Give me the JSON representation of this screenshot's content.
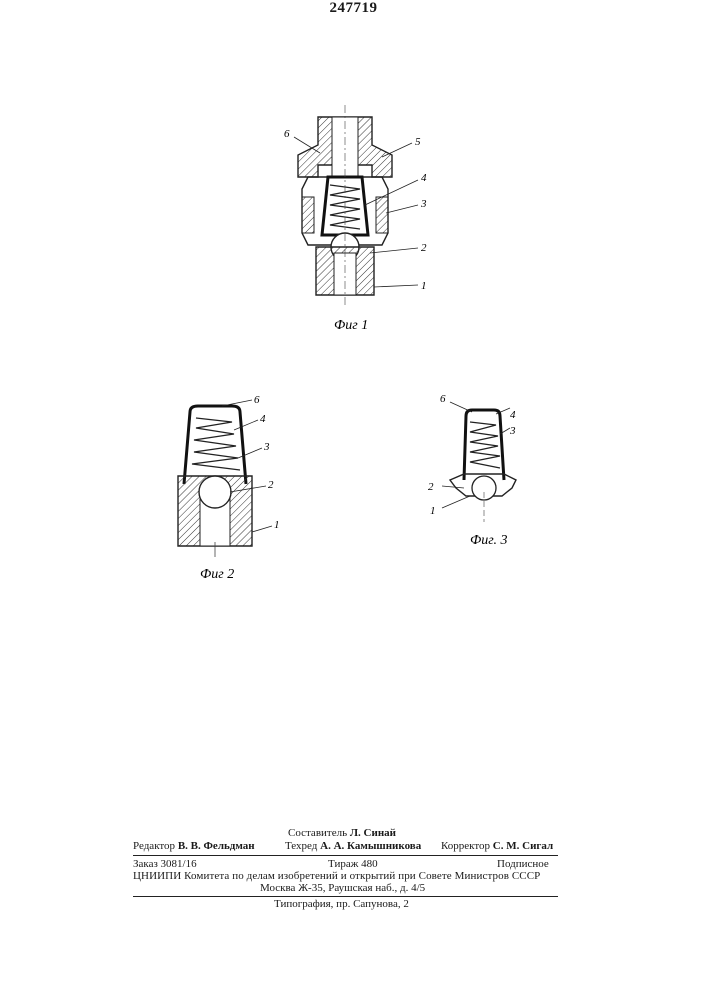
{
  "document": {
    "patent_number": "247719",
    "figures": [
      {
        "caption": "Фиг 1",
        "labels": [
          "6",
          "5",
          "4",
          "3",
          "2",
          "1"
        ]
      },
      {
        "caption": "Фиг 2",
        "labels": [
          "6",
          "4",
          "3",
          "2",
          "1"
        ]
      },
      {
        "caption": "Фиг. 3",
        "labels": [
          "6",
          "4",
          "3",
          "2",
          "1"
        ]
      }
    ],
    "footer": {
      "compiler_label": "Составитель",
      "compiler_name": "Л. Синай",
      "editor_label": "Редактор",
      "editor_name": "В. В. Фельдман",
      "techred_label": "Техред",
      "techred_name": "А. А. Камышникова",
      "corrector_label": "Корректор",
      "corrector_name": "С. М. Сигал",
      "order": "Заказ 3081/16",
      "circulation": "Тираж 480",
      "subscription": "Подписное",
      "org_line": "ЦНИИПИ Комитета по делам изобретений и открытий при Совете Министров СССР",
      "address": "Москва Ж-35, Раушская наб., д. 4/5",
      "printing": "Типография, пр. Сапунова, 2"
    }
  }
}
